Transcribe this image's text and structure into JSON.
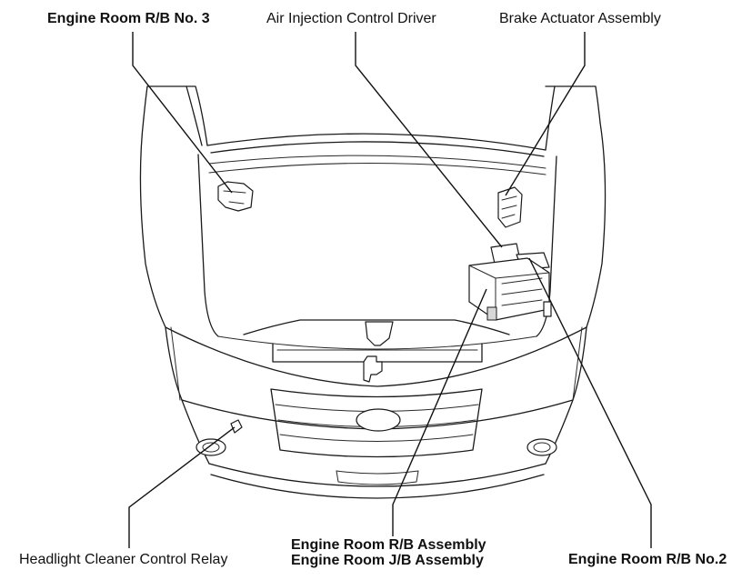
{
  "labels": {
    "engine_room_rb_no3": "Engine Room R/B No. 3",
    "air_injection_control_driver": "Air Injection Control Driver",
    "brake_actuator_assembly": "Brake Actuator Assembly",
    "headlight_cleaner_control_relay": "Headlight Cleaner Control Relay",
    "engine_room_rb_assembly": "Engine Room R/B Assembly",
    "engine_room_jb_assembly": "Engine Room J/B Assembly",
    "engine_room_rb_no2": "Engine Room R/B No.2"
  }
}
